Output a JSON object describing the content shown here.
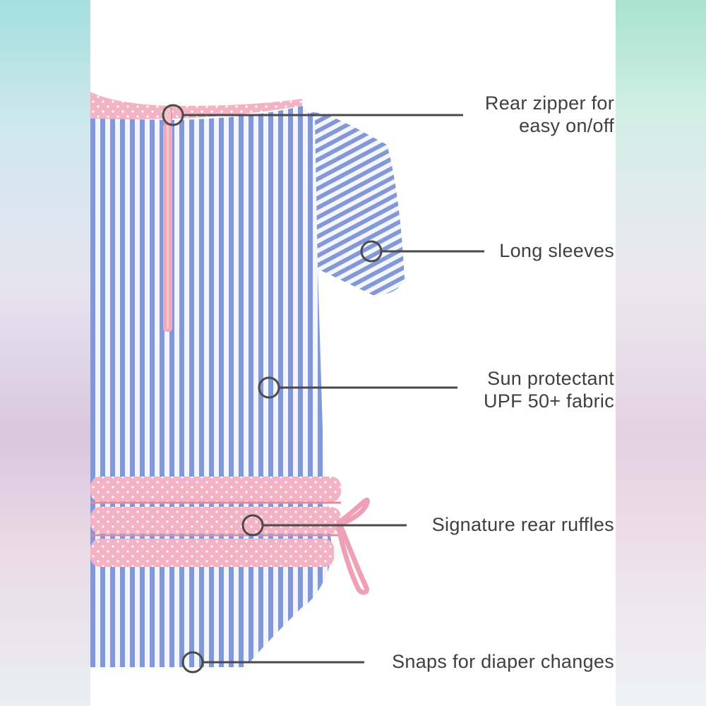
{
  "callouts": [
    {
      "line1": "Rear zipper for",
      "line2": "easy on/off"
    },
    {
      "line1": "Long sleeves",
      "line2": ""
    },
    {
      "line1": "Sun protectant",
      "line2": "UPF 50+ fabric"
    },
    {
      "line1": "Signature rear ruffles",
      "line2": ""
    },
    {
      "line1": "Snaps for diaper changes",
      "line2": ""
    }
  ],
  "colors": {
    "stripe_blue": "#8398d6",
    "stripe_white": "#f4f6fc",
    "ruffle_pink": "#f4b3c4",
    "zipper_pink": "#f3a9bb",
    "callout_line": "#4a4a4a"
  }
}
